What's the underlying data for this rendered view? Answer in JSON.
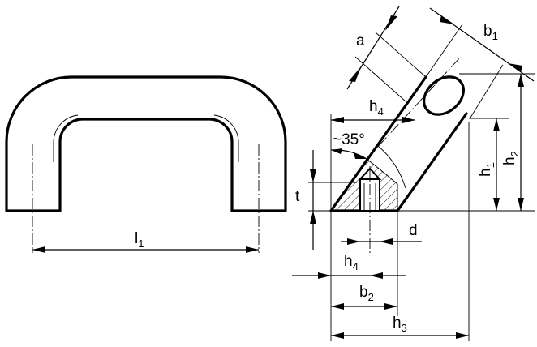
{
  "front_view": {
    "length_label": {
      "main": "l",
      "sub": "1"
    }
  },
  "side_view": {
    "angle_label": "~35°",
    "labels": {
      "a": "a",
      "b1": {
        "main": "b",
        "sub": "1"
      },
      "h4_top": {
        "main": "h",
        "sub": "4"
      },
      "h1": {
        "main": "h",
        "sub": "1"
      },
      "h2": {
        "main": "h",
        "sub": "2"
      },
      "t": "t",
      "d": "d",
      "h4_bottom": {
        "main": "h",
        "sub": "4"
      },
      "b2": {
        "main": "b",
        "sub": "2"
      },
      "h3": {
        "main": "h",
        "sub": "3"
      }
    }
  }
}
